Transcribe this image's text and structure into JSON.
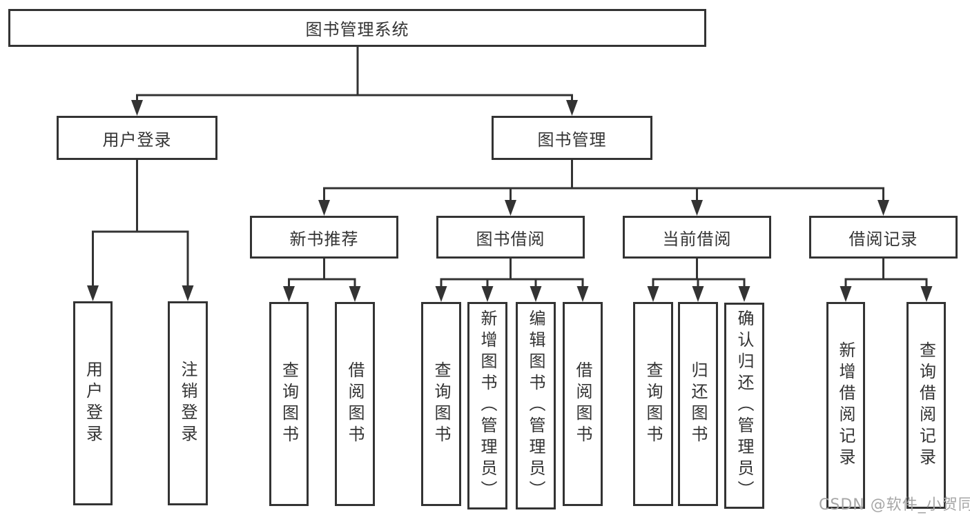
{
  "tree": {
    "label": "图书管理系统",
    "children": [
      {
        "label": "用户登录",
        "children": [
          {
            "label": "用户登录"
          },
          {
            "label": "注销登录"
          }
        ]
      },
      {
        "label": "图书管理",
        "children": [
          {
            "label": "新书推荐",
            "children": [
              {
                "label": "查询图书"
              },
              {
                "label": "借阅图书"
              }
            ]
          },
          {
            "label": "图书借阅",
            "children": [
              {
                "label": "查询图书"
              },
              {
                "label": "新增图书（管理员）"
              },
              {
                "label": "编辑图书（管理员）"
              },
              {
                "label": "借阅图书"
              }
            ]
          },
          {
            "label": "当前借阅",
            "children": [
              {
                "label": "查询图书"
              },
              {
                "label": "归还图书"
              },
              {
                "label": "确认归还（管理员）"
              }
            ]
          },
          {
            "label": "借阅记录",
            "children": [
              {
                "label": "新增借阅记录"
              },
              {
                "label": "查询借阅记录"
              }
            ]
          }
        ]
      }
    ]
  },
  "watermark": {
    "text": "CSDN @软件_小贺同学"
  },
  "colors": {
    "line": "#333333",
    "box_border": "#333333",
    "box_fill": "#ffffff",
    "text": "#333333",
    "watermark": "#a6a6a6",
    "background": "#ffffff"
  }
}
